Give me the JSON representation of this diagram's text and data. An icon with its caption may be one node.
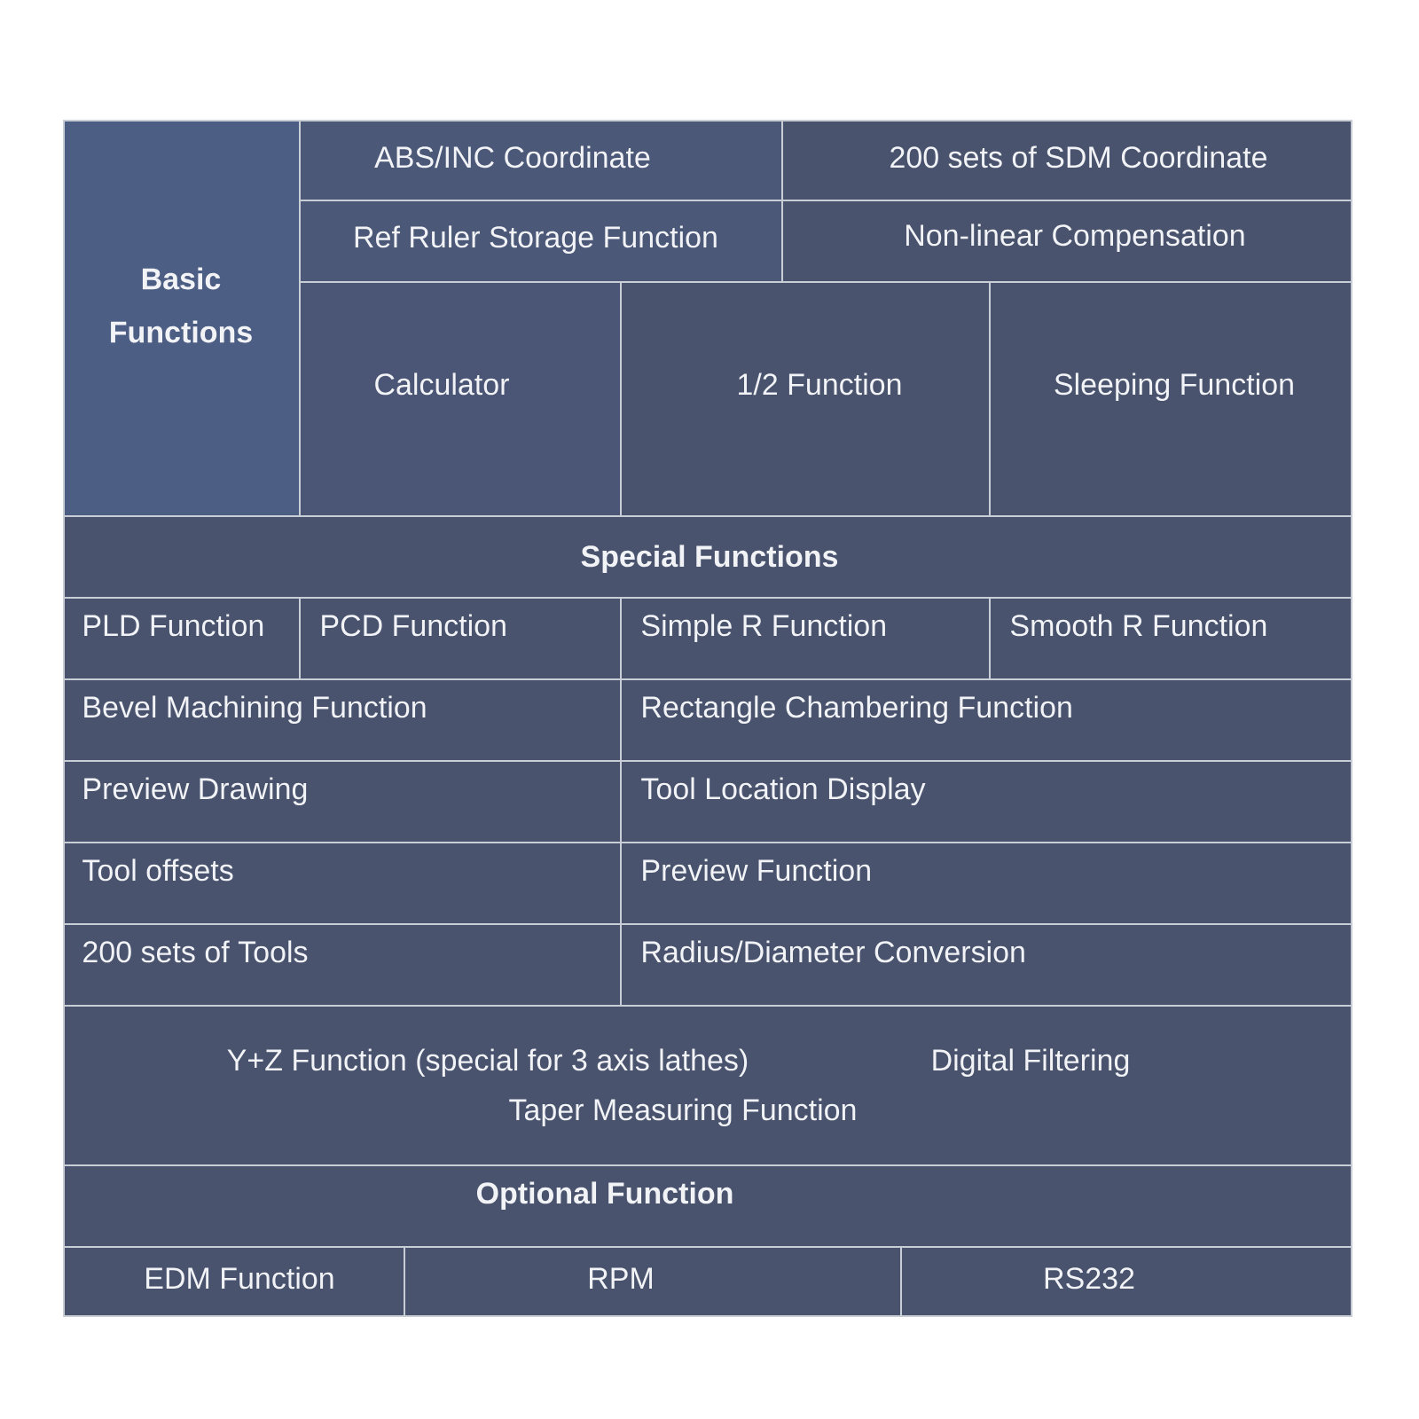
{
  "diagram": {
    "nodes": [
      {
        "text": [
          "Basic Functions"
        ]
      },
      {
        "text": [
          "ABS/INC Coordinate"
        ]
      },
      {
        "text": [
          "200 sets of SDM Coordinate"
        ]
      },
      {
        "text": [
          "Ref Ruler Storage Function"
        ]
      },
      {
        "text": [
          "Non-linear Compensation"
        ]
      },
      {
        "text": [
          "Calculator"
        ]
      },
      {
        "text": [
          "1/2 Function"
        ]
      },
      {
        "text": [
          "Sleeping Function"
        ]
      },
      {
        "text": [
          "Special Functions"
        ]
      },
      {
        "text": [
          "PLD Function"
        ]
      },
      {
        "text": [
          "PCD Function"
        ]
      },
      {
        "text": [
          "Simple R Function"
        ]
      },
      {
        "text": [
          "Smooth R Function"
        ]
      },
      {
        "text": [
          "Bevel Machining Function"
        ]
      },
      {
        "text": [
          "Rectangle Chambering Function"
        ]
      },
      {
        "text": [
          "Preview Drawing"
        ]
      },
      {
        "text": [
          "Tool Location Display"
        ]
      },
      {
        "text": [
          "Tool offsets"
        ]
      },
      {
        "text": [
          "Preview Function"
        ]
      },
      {
        "text": [
          "200 sets of Tools"
        ]
      },
      {
        "text": [
          "Radius/Diameter Conversion"
        ]
      },
      {
        "text": [
          "Y+Z Function (special for 3 axis lathes)",
          "Digital Filtering",
          "Taper Measuring Function"
        ]
      },
      {
        "text": [
          "Optional Function"
        ]
      },
      {
        "text": [
          "EDM Function"
        ]
      },
      {
        "text": [
          "RPM"
        ]
      },
      {
        "text": [
          "RS232"
        ]
      }
    ]
  }
}
